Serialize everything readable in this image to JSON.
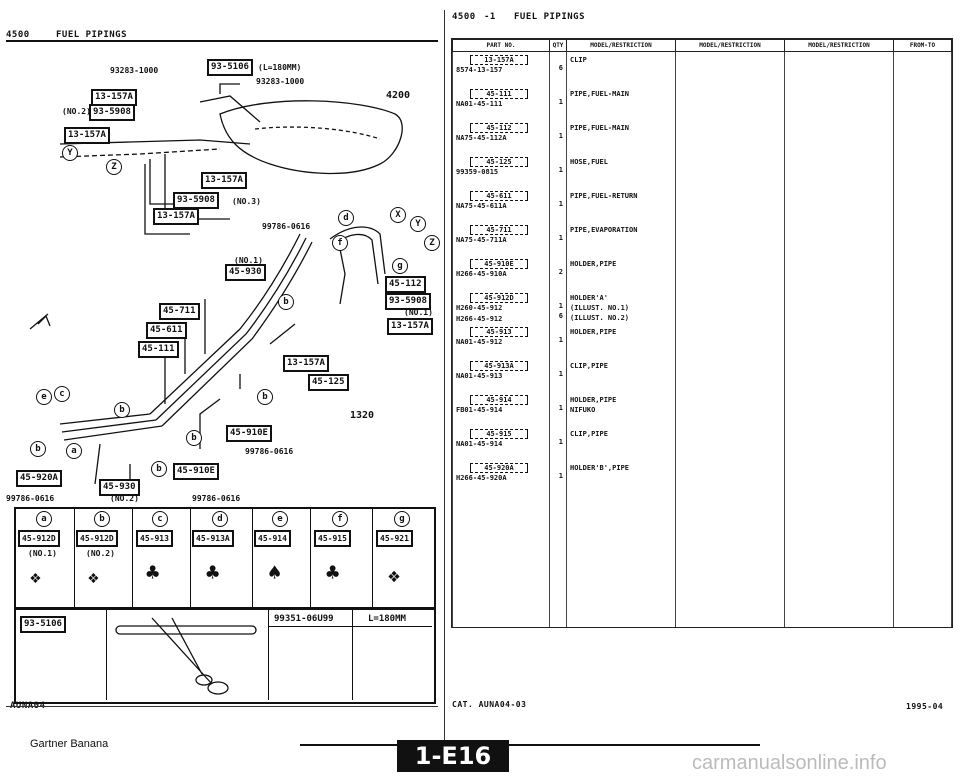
{
  "left_header": {
    "code": "4500",
    "title": "FUEL PIPINGS"
  },
  "right_header": {
    "code": "4500",
    "sheet": "-1",
    "title": "FUEL PIPINGS"
  },
  "table_headers": [
    "PART NO.",
    "QTY",
    "MODEL/RESTRICTION",
    "MODEL/RESTRICTION",
    "MODEL/RESTRICTION",
    "FROM-TO"
  ],
  "parts": [
    {
      "ref": "13-157A",
      "pn": "8574-13-157",
      "qty": "6",
      "desc": "CLIP"
    },
    {
      "ref": "45-111",
      "pn": "NA01-45-111",
      "qty": "1",
      "desc": "PIPE,FUEL-MAIN"
    },
    {
      "ref": "45-112",
      "pn": "NA75-45-112A",
      "qty": "1",
      "desc": "PIPE,FUEL-MAIN"
    },
    {
      "ref": "45-125",
      "pn": "99359-0815",
      "qty": "1",
      "desc": "HOSE,FUEL"
    },
    {
      "ref": "45-611",
      "pn": "NA75-45-611A",
      "qty": "1",
      "desc": "PIPE,FUEL-RETURN"
    },
    {
      "ref": "45-711",
      "pn": "NA75-45-711A",
      "qty": "1",
      "desc": "PIPE,EVAPORATION"
    },
    {
      "ref": "45-910E",
      "pn": "H266-45-910A",
      "qty": "2",
      "desc": "HOLDER,PIPE"
    },
    {
      "ref": "45-912D",
      "pn": "H260-45-912",
      "qty": "1",
      "desc": "HOLDER'A'",
      "extra": [
        {
          "pn": "H266-45-912",
          "qty": "6",
          "desc": "(ILLUST. NO.2)"
        }
      ],
      "desc2": "(ILLUST. NO.1)"
    },
    {
      "ref": "45-913",
      "pn": "NA01-45-912",
      "qty": "1",
      "desc": "HOLDER,PIPE"
    },
    {
      "ref": "45-913A",
      "pn": "NA01-45-913",
      "qty": "1",
      "desc": "CLIP,PIPE"
    },
    {
      "ref": "45-914",
      "pn": "FB01-45-914",
      "qty": "1",
      "desc": "HOLDER,PIPE",
      "desc2": "NIFUKO"
    },
    {
      "ref": "45-915",
      "pn": "NA01-45-914",
      "qty": "1",
      "desc": "CLIP,PIPE"
    },
    {
      "ref": "45-920A",
      "pn": "H266-45-920A",
      "qty": "1",
      "desc": "HOLDER'B',PIPE"
    }
  ],
  "diagram": {
    "labels": [
      "93283-1000",
      "93-5106",
      "(L=180MM)",
      "93283-1000",
      "13-157A",
      "(NO.2)",
      "93-5908",
      "13-157A",
      "13-157A",
      "93-5908",
      "(NO.3)",
      "13-157A",
      "99786-0616",
      "(NO.1)",
      "45-930",
      "45-112",
      "93-5908",
      "(NO.1)",
      "13-157A",
      "45-711",
      "45-611",
      "45-111",
      "13-157A",
      "45-125",
      "45-910E",
      "99786-0616",
      "45-920A",
      "45-930",
      "(NO.2)",
      "45-910E",
      "99786-0616",
      "99786-0616"
    ],
    "dims": [
      "4200",
      "1320"
    ]
  },
  "clip_grid": [
    {
      "letter": "a",
      "ref": "45-912D",
      "note": "(NO.1)"
    },
    {
      "letter": "b",
      "ref": "45-912D",
      "note": "(NO.2)"
    },
    {
      "letter": "c",
      "ref": "45-913",
      "note": ""
    },
    {
      "letter": "d",
      "ref": "45-913A",
      "note": ""
    },
    {
      "letter": "e",
      "ref": "45-914",
      "note": ""
    },
    {
      "letter": "f",
      "ref": "45-915",
      "note": ""
    },
    {
      "letter": "g",
      "ref": "45-921",
      "note": ""
    }
  ],
  "hose_box": {
    "ref": "93-5106",
    "spec": "99351-06U99",
    "length": "L=180MM"
  },
  "footer": {
    "left_code": "AUNA04",
    "cat": "CAT. AUNA04-03",
    "date": "1995-04",
    "page_tag": "1-E16",
    "watermark": "Gartner Banana",
    "site": "carmanualsonline.info"
  }
}
